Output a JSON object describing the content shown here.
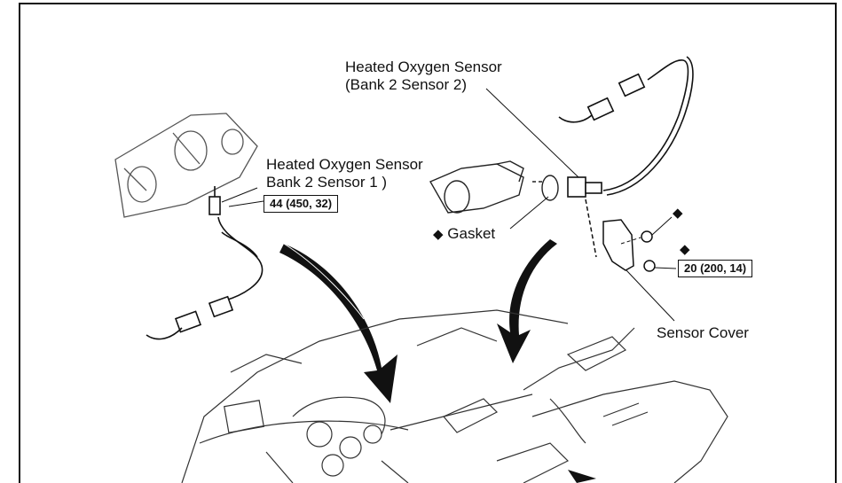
{
  "labels": {
    "sensor_b2s2_line1": "Heated Oxygen Sensor",
    "sensor_b2s2_line2": "(Bank 2 Sensor 2)",
    "sensor_b2s1_line1": "Heated Oxygen Sensor",
    "sensor_b2s1_line2": "Bank 2 Sensor 1 )",
    "gasket": "Gasket",
    "sensor_cover": "Sensor Cover"
  },
  "torque": {
    "sensor_b2s1": "44 (450, 32)",
    "nut": "20 (200, 14)"
  },
  "symbols": {
    "replace_part": "◆"
  }
}
